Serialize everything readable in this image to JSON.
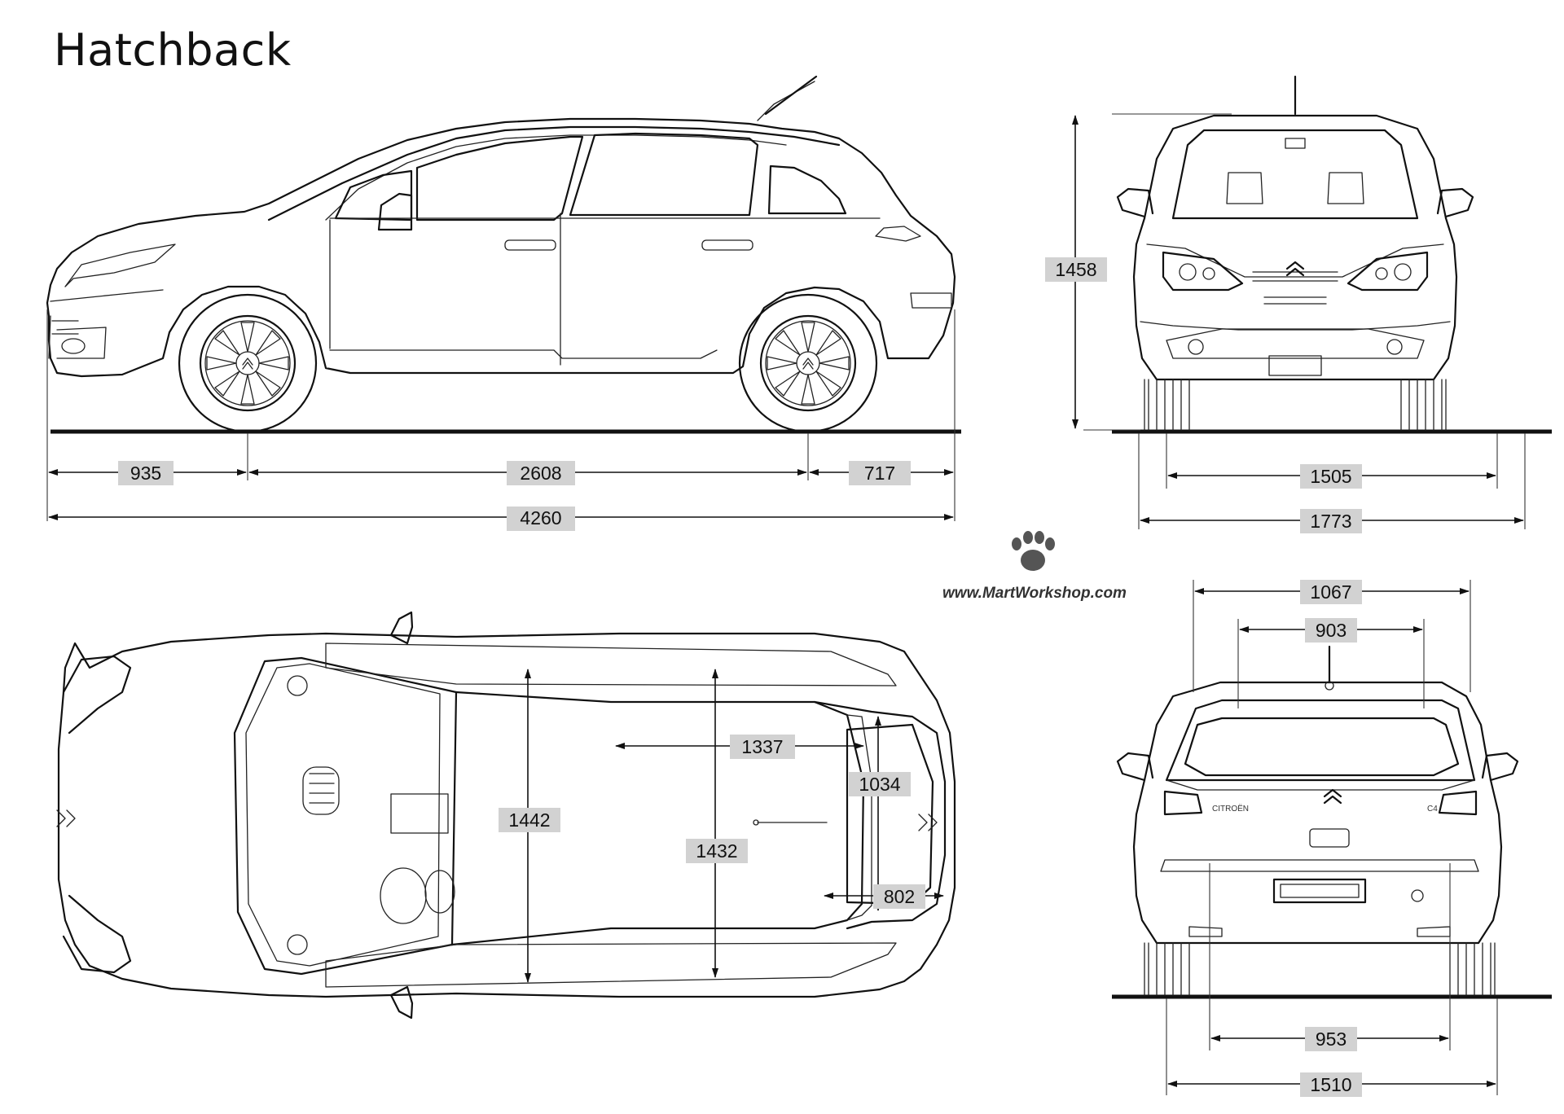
{
  "title": "Hatchback",
  "watermark": "www.MartWorkshop.com",
  "views": {
    "side": {
      "dims": {
        "front_overhang": "935",
        "wheelbase": "2608",
        "rear_overhang": "717",
        "length": "4260"
      }
    },
    "front": {
      "dims": {
        "height": "1458",
        "track_front": "1505",
        "width": "1773"
      }
    },
    "top": {
      "dims": {
        "cabin_width_front": "1442",
        "cabin_width_rear": "1432",
        "cargo_length": "1337",
        "cargo_width": "1034",
        "cargo_depth": "802"
      }
    },
    "rear": {
      "dims": {
        "roof_width": "1067",
        "window_width": "903",
        "rear_opening": "953",
        "track_rear": "1510"
      },
      "badges": {
        "brand": "CITROËN",
        "model": "C4"
      }
    }
  }
}
